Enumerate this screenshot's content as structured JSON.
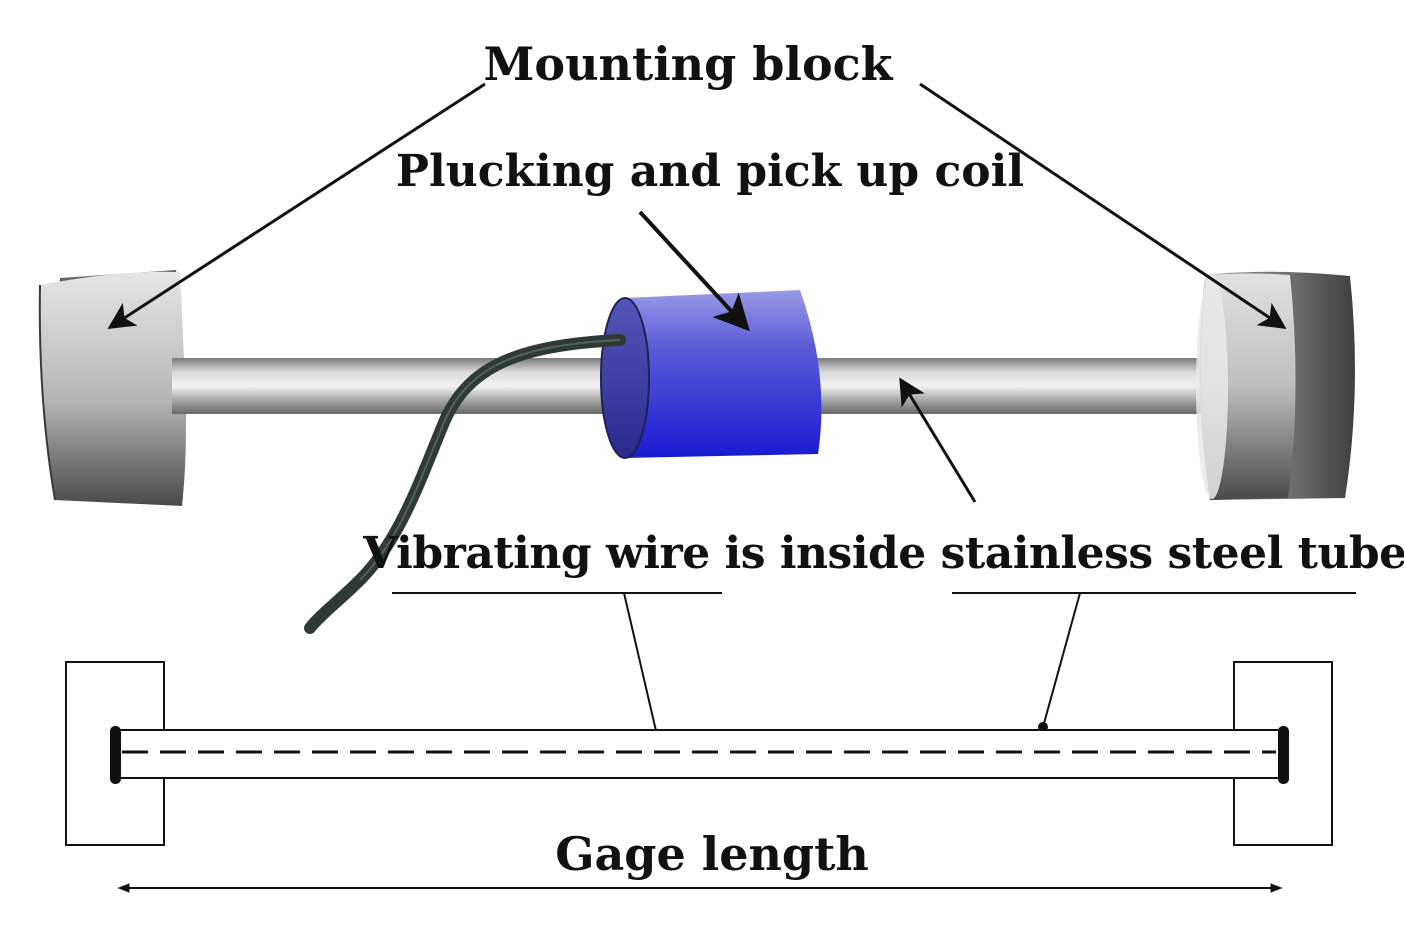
{
  "labels": {
    "mounting_block": "Mounting block",
    "coil": "Plucking and pick up coil",
    "tube": "Vibrating wire is inside stainless steel tube",
    "gage_length": "Gage length"
  },
  "colors": {
    "coil": "#2323c8",
    "cable": "#2f3a36",
    "metal": "#a8a8a8",
    "ink": "#111111"
  }
}
